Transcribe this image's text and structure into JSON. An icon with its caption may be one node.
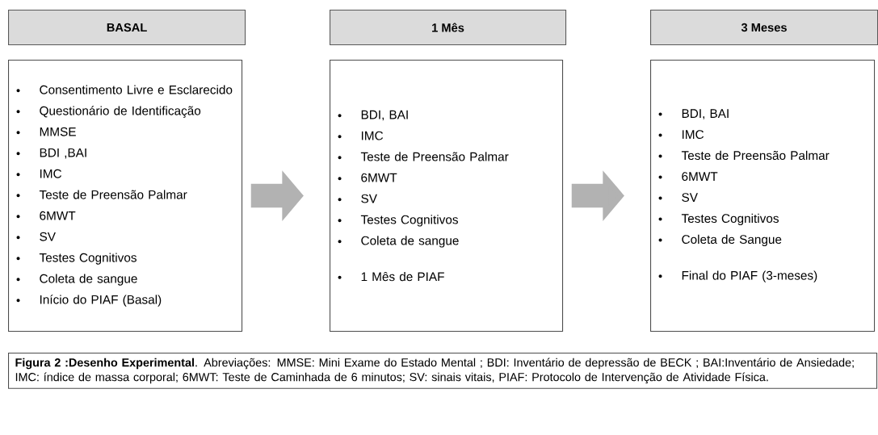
{
  "diagram": {
    "caption": "**Figura 2 :Desenho Experimental**. Abreviações: MMSE: Mini Exame do Estado Mental ; BDI: Inventário de depressão de BECK ; BAI:Inventário de Ansiedade; IMC: índice de massa corporal; 6MWT: Teste de Caminhada de 6 minutos; SV: sinais vitais, PIAF: Protocolo de Intervenção de Atividade Física.",
    "nodes": [
      {
        "text": [
          "BASAL"
        ]
      },
      {
        "text": [
          "Consentimento Livre e Esclarecido",
          "Questionário de Identificação",
          "MMSE",
          "BDI ,BAI",
          "IMC",
          "Teste de Preensão Palmar",
          "6MWT",
          "SV",
          "Testes Cognitivos",
          "Coleta de sangue",
          "Início do PIAF (Basal)"
        ]
      },
      {
        "text": [
          "1 Mês"
        ]
      },
      {
        "text": [
          "BDI, BAI",
          "IMC",
          "Teste de Preensão Palmar",
          "6MWT",
          "SV",
          "Testes Cognitivos",
          "Coleta de sangue",
          "1 Mês de PIAF"
        ]
      },
      {
        "text": [
          "3 Meses"
        ]
      },
      {
        "text": [
          "BDI, BAI",
          "IMC",
          "Teste de Preensão Palmar",
          "6MWT",
          "SV",
          "Testes Cognitivos",
          "Coleta de Sangue",
          "Final do PIAF  (3-meses)"
        ]
      }
    ],
    "edges": [
      {
        "from": 1,
        "to": 3,
        "arrow": "to"
      },
      {
        "from": 3,
        "to": 5,
        "arrow": "to"
      }
    ]
  }
}
